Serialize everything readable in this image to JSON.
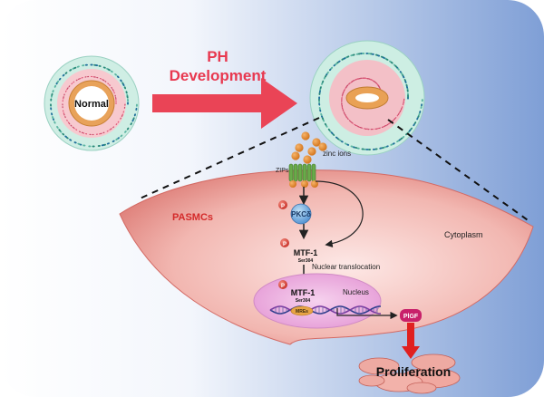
{
  "labels": {
    "normal": "Normal",
    "ph_line1": "PH",
    "ph_line2": "Development",
    "zinc_ions": "zinc ions",
    "zips": "ZIPs",
    "pasmcs": "PASMCs",
    "cytoplasm": "Cytoplasm",
    "pkc": "PKCδ",
    "mtf1": "MTF-1",
    "ser304": "Ser304",
    "nuclear_translocation": "Nuclear translocation",
    "nucleus": "Nucleus",
    "mtf1_nuclear": "MTF-1",
    "ser304_nuclear": "Ser304",
    "mres": "MREs",
    "plgf": "PlGF",
    "proliferation": "Proliferation",
    "p_marker": "P"
  },
  "colors": {
    "accent_red": "#e8384f",
    "label_red": "#d42a2a",
    "zinc_orange": "#e88a2a",
    "zip_green": "#6aaa4a",
    "pkc_blue": "#3a7ec0",
    "plgf_magenta": "#c8206a",
    "background_blue": "#8aa8d8"
  }
}
